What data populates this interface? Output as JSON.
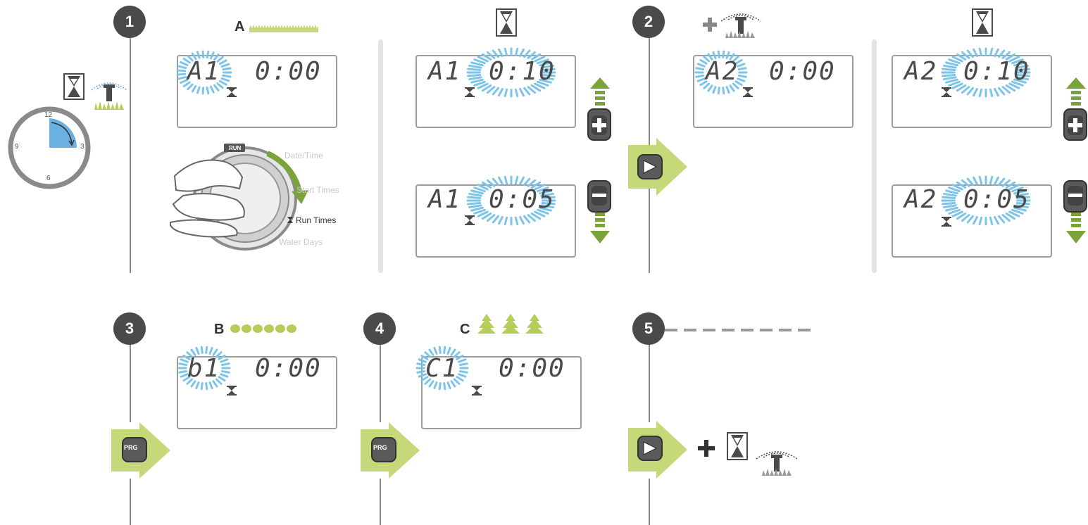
{
  "steps": [
    {
      "number": "1"
    },
    {
      "number": "2"
    },
    {
      "number": "3"
    },
    {
      "number": "4"
    },
    {
      "number": "5"
    }
  ],
  "groups": {
    "a": {
      "label": "A"
    },
    "b": {
      "label": "B"
    },
    "c": {
      "label": "C"
    }
  },
  "clock": {
    "n12": "12",
    "n3": "3",
    "n6": "6",
    "n9": "9"
  },
  "dial": {
    "run": "RUN",
    "date_time": "Date/Time",
    "start_times": "Start Times",
    "run_times": "Run Times",
    "water_days": "Water Days"
  },
  "displays": {
    "d1": {
      "zone": "A1",
      "time": "0:00"
    },
    "d2": {
      "zone": "A1",
      "time": "0:10"
    },
    "d3": {
      "zone": "A1",
      "time": "0:05"
    },
    "d4": {
      "zone": "A2",
      "time": "0:00"
    },
    "d5": {
      "zone": "A2",
      "time": "0:10"
    },
    "d6": {
      "zone": "A2",
      "time": "0:05"
    },
    "d7": {
      "zone": "b1",
      "time": "0:00"
    },
    "d8": {
      "zone": "C1",
      "time": "0:00"
    }
  },
  "buttons": {
    "prg": "PRG"
  },
  "colors": {
    "accent_green": "#c5d97a",
    "arrow_green": "#7aa33a",
    "flash_blue": "#7ec4e8",
    "clock_blue": "#6ab0e0",
    "icon_gray": "#4a4a4a"
  }
}
